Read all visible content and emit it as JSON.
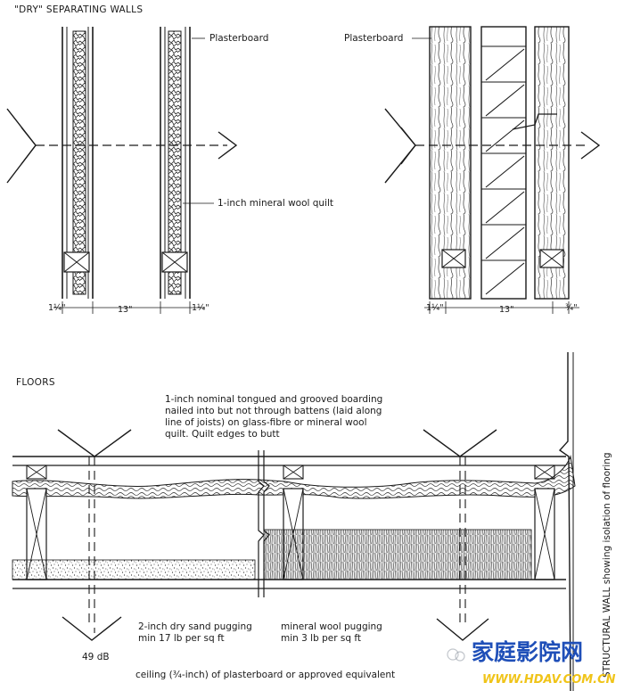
{
  "top_section": {
    "title": "\"DRY\" SEPARATING WALLS",
    "left_detail": {
      "plasterboard_label": "Plasterboard",
      "mineral_wool_label": "1-inch mineral wool quilt",
      "dim_left": "1¼\"",
      "dim_center": "13\"",
      "dim_right": "1¼\""
    },
    "right_detail": {
      "plasterboard_label": "Plasterboard",
      "dim_left": "1¼\"",
      "dim_center": "13\"",
      "dim_right": "¾\""
    }
  },
  "bottom_section": {
    "title": "FLOORS",
    "boarding_note": [
      "1-inch nominal tongued and grooved boarding",
      "nailed into but not through battens (laid along",
      "line of joists) on glass-fibre or mineral wool",
      "quilt. Quilt edges to butt"
    ],
    "vertical_note": "STRUCTURAL WALL showing isolation of flooring",
    "sand_pugging": [
      "2-inch dry sand pugging",
      "min 17 lb per sq ft"
    ],
    "wool_pugging": [
      "mineral wool pugging",
      "min 3 lb per sq ft"
    ],
    "db_value": "49 dB",
    "ceiling_note": "ceiling (¾-inch) of plasterboard or approved equivalent"
  },
  "watermark": {
    "brand_cn": "家庭影院网",
    "url": "WWW.HDAV.COM.CN"
  },
  "colors": {
    "ink": "#1a1a1a",
    "watermark_blue": "#1f4fb8",
    "watermark_yellow": "#f0c419"
  }
}
